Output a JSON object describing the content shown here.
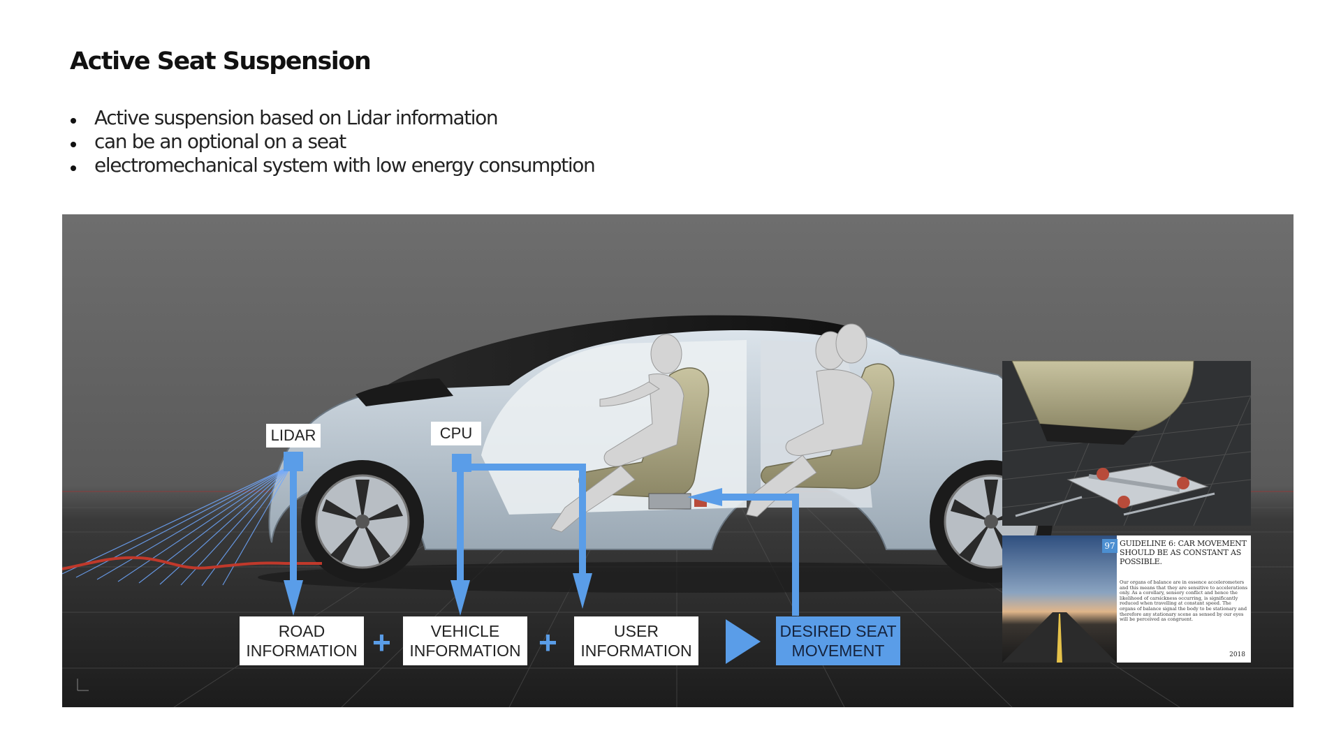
{
  "title": "Active Seat Suspension",
  "bullets": [
    "Active suspension based on Lidar information",
    "can be an optional on a seat",
    "electromechanical system with low energy consumption"
  ],
  "diagram": {
    "sensors": {
      "lidar": "LIDAR",
      "cpu": "CPU"
    },
    "flow": {
      "road_line1": "ROAD",
      "road_line2": "INFORMATION",
      "vehicle_line1": "VEHICLE",
      "vehicle_line2": "INFORMATION",
      "user_line1": "USER",
      "user_line2": "INFORMATION",
      "desired_line1": "DESIRED SEAT",
      "desired_line2": "MOVEMENT",
      "plus": "+"
    },
    "paper": {
      "page_number": "97",
      "heading": "GUIDELINE 6: CAR MOVEMENT SHOULD BE AS CONSTANT AS POSSIBLE.",
      "body": "Our organs of balance are in essence accelerometers and this means that they are sensitive to accelerations only. As a corollary, sensory conflict and hence the likelihood of carsickness occurring, is significantly reduced when travelling at constant speed. The organs of balance signal the body to be stationary and therefore any stationary scene as sensed by our eyes will be perceived as congruent.",
      "year": "2018"
    }
  },
  "colors": {
    "accent_blue": "#5a9de8",
    "road_profile": "#c0392b",
    "lidar_rays": "#6fa8ff"
  }
}
